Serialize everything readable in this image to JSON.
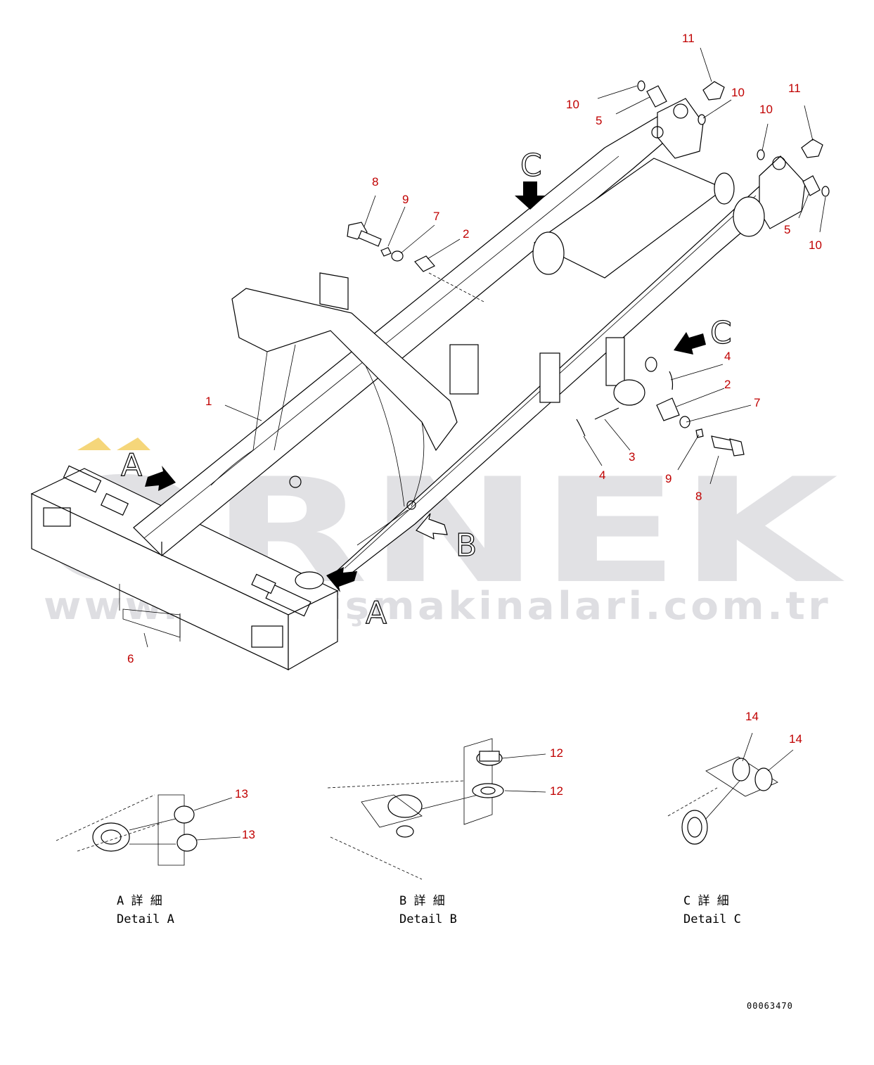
{
  "watermark": {
    "brand": "ORNEK",
    "url": "www.ornekişmakinalari.com.tr",
    "accent_color": "#f5d67a",
    "text_color": "#c9c9cf"
  },
  "view_letters": {
    "a_top": "A",
    "a_bottom": "A",
    "b": "B",
    "c_top": "C",
    "c_right": "C"
  },
  "callouts": {
    "c1": "1",
    "c2a": "2",
    "c2b": "2",
    "c3": "3",
    "c4a": "4",
    "c4b": "4",
    "c5a": "5",
    "c5b": "5",
    "c6": "6",
    "c7a": "7",
    "c7b": "7",
    "c8a": "8",
    "c8b": "8",
    "c9a": "9",
    "c9b": "9",
    "c10a": "10",
    "c10b": "10",
    "c10c": "10",
    "c10d": "10",
    "c11a": "11",
    "c11b": "11",
    "c12a": "12",
    "c12b": "12",
    "c13a": "13",
    "c13b": "13",
    "c14a": "14",
    "c14b": "14"
  },
  "details": {
    "a": {
      "jp": "A 詳 細",
      "en": "Detail A"
    },
    "b": {
      "jp": "B 詳 細",
      "en": "Detail B"
    },
    "c": {
      "jp": "C 詳 細",
      "en": "Detail C"
    }
  },
  "drawing_number": "00063470",
  "callout_color": "#c00000"
}
